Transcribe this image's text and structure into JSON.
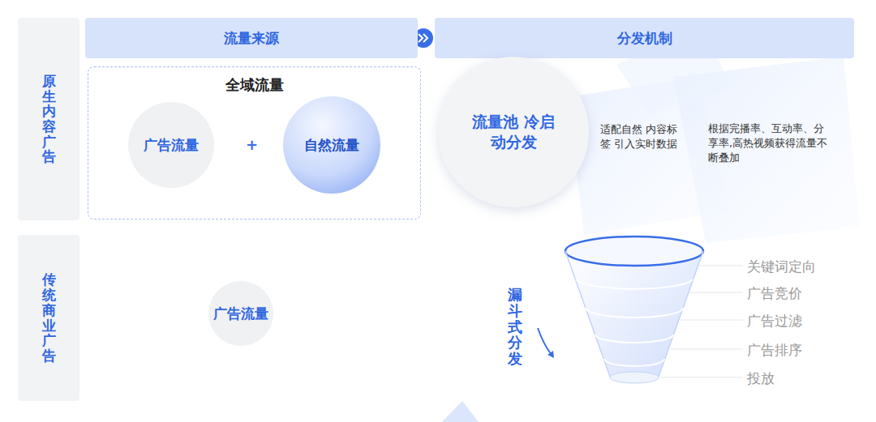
{
  "diagram": {
    "nodes": [
      {
        "text": [
          "流量来源"
        ]
      },
      {
        "text": [
          "分发机制"
        ]
      },
      {
        "text": [
          "原生内容广告"
        ]
      },
      {
        "text": [
          "全域流量"
        ]
      },
      {
        "text": [
          "广告流量"
        ],
        "in": 3
      },
      {
        "text": [
          "自然流量"
        ],
        "in": 3
      },
      {
        "text": [
          "流量池 冷启动分发"
        ]
      },
      {
        "text": [
          "传统商业广告"
        ]
      },
      {
        "text": [
          "广告流量"
        ]
      }
    ],
    "labels": [
      "+",
      "适配自然 内容标签 引入实时数据",
      "根据完播率、互动率、分享率,高热视频获得流量不断叠加",
      "漏斗式分发",
      "关键词定向",
      "广告竞价",
      "广告过滤",
      "广告排序",
      "投放"
    ]
  }
}
